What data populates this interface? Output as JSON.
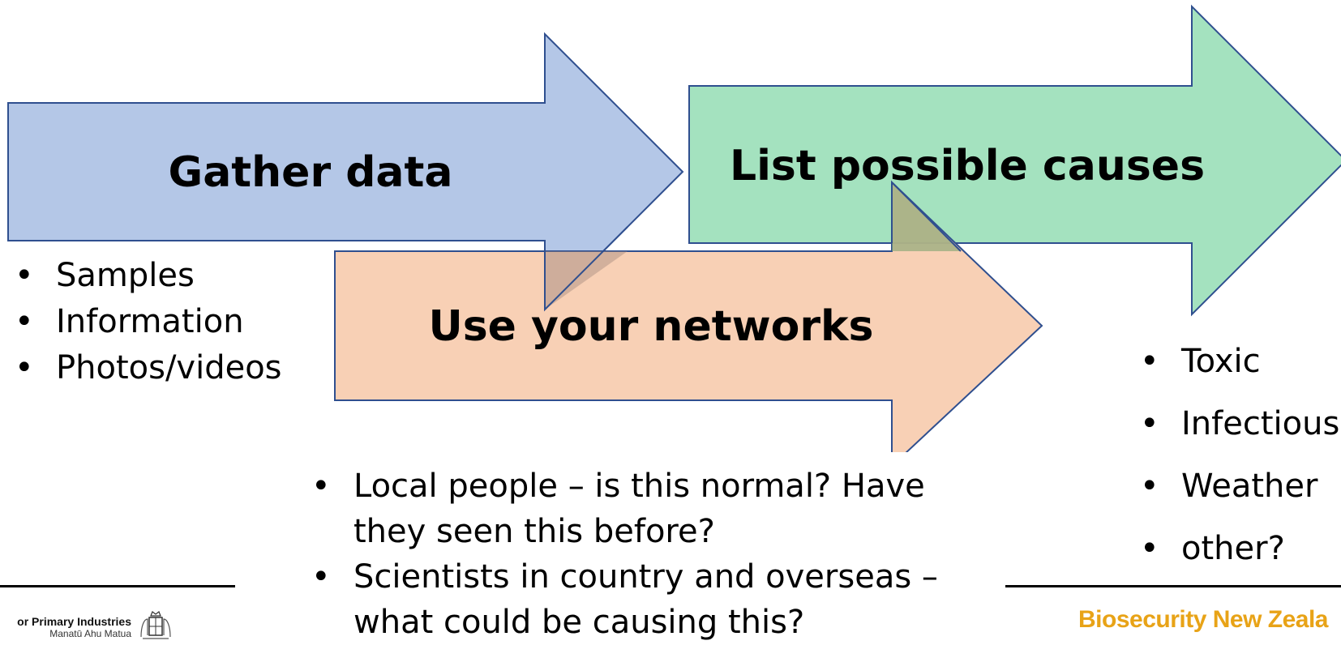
{
  "steps": {
    "gather": {
      "title": "Gather data",
      "items": [
        "Samples",
        "Information",
        "Photos/videos"
      ],
      "color": "#b4c7e7"
    },
    "causes": {
      "title": "List possible causes",
      "items": [
        "Toxic",
        "Infectious",
        "Weather",
        "other?"
      ],
      "color": "#9fe0bc"
    },
    "networks": {
      "title": "Use your networks",
      "items": [
        "Local people – is this normal? Have they seen this before?",
        "Scientists in country and overseas – what could be causing this?"
      ],
      "color": "#f7cbad"
    }
  },
  "arrow_outline_color": "#2f4f8f",
  "footer": {
    "ministry_name": "or Primary Industries",
    "ministry_maori": "Manatū Ahu Matua",
    "biosecurity": "Biosecurity New Zeala",
    "biosecurity_color": "#e8a317"
  }
}
